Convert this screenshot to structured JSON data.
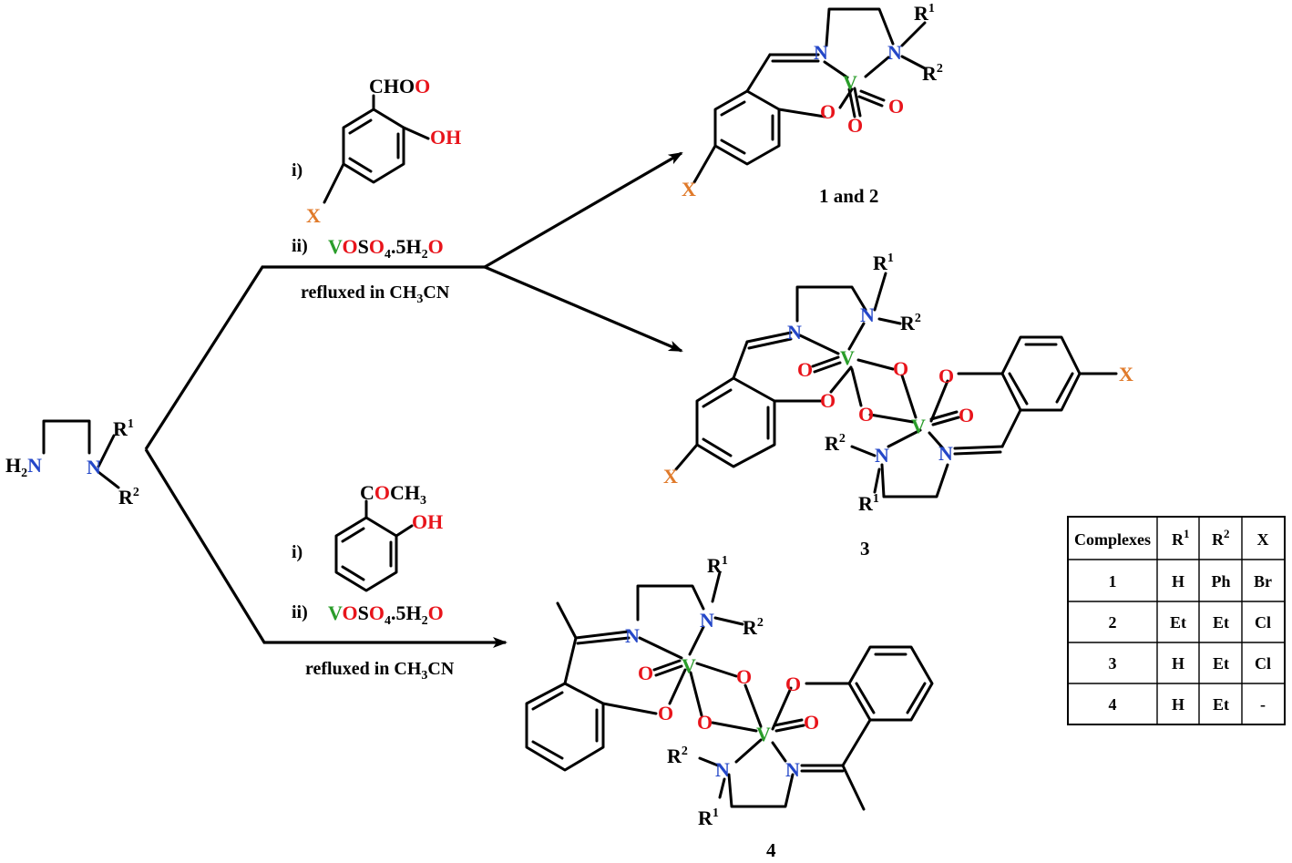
{
  "colors": {
    "oxygen": "#e8141b",
    "nitrogen": "#2447c8",
    "vanadium": "#2a9d2a",
    "halogen": "#e07a2a",
    "bond": "#000000"
  },
  "reactant": {
    "h2n_H": "H",
    "h2n_sub": "2",
    "h2n_N": "N",
    "n": "N",
    "r1": "R",
    "r1_sup": "1",
    "r2": "R",
    "r2_sup": "2"
  },
  "upper_reagents": {
    "step_i": "i)",
    "step_ii": "ii)",
    "cho_C": "CHO",
    "cho_O": "O",
    "oh": "OH",
    "x": "X",
    "vos_V": "V",
    "vos_O": "O",
    "vos_S": "S",
    "vos_O4": "O",
    "vos_4": "4",
    "vos_dot5": ".5",
    "vos_H": "H",
    "vos_2": "2",
    "vos_Ow": "O",
    "conditions_pre": "refluxed in CH",
    "conditions_sub": "3",
    "conditions_post": "CN"
  },
  "lower_reagents": {
    "step_i": "i)",
    "step_ii": "ii)",
    "ac_C": "C",
    "ac_O": "O",
    "ac_CH": "CH",
    "ac_3": "3",
    "oh": "OH",
    "vos_V": "V",
    "vos_O": "O",
    "vos_S": "S",
    "vos_O4": "O",
    "vos_4": "4",
    "vos_dot5": ".5",
    "vos_H": "H",
    "vos_2": "2",
    "vos_Ow": "O",
    "conditions_pre": "refluxed in CH",
    "conditions_sub": "3",
    "conditions_post": "CN"
  },
  "products": {
    "p12_label": "1 and 2",
    "p3_label": "3",
    "p4_label": "4",
    "atom_N": "N",
    "atom_O": "O",
    "atom_V": "V",
    "atom_X": "X",
    "r": "R",
    "sup1": "1",
    "sup2": "2"
  },
  "table": {
    "headers": {
      "complexes": "Complexes",
      "r": "R",
      "sup1": "1",
      "sup2": "2",
      "x": "X"
    },
    "rows": [
      {
        "complex": "1",
        "r1": "H",
        "r2": "Ph",
        "x": "Br"
      },
      {
        "complex": "2",
        "r1": "Et",
        "r2": "Et",
        "x": "Cl"
      },
      {
        "complex": "3",
        "r1": "H",
        "r2": "Et",
        "x": "Cl"
      },
      {
        "complex": "4",
        "r1": "H",
        "r2": "Et",
        "x": "-"
      }
    ]
  }
}
